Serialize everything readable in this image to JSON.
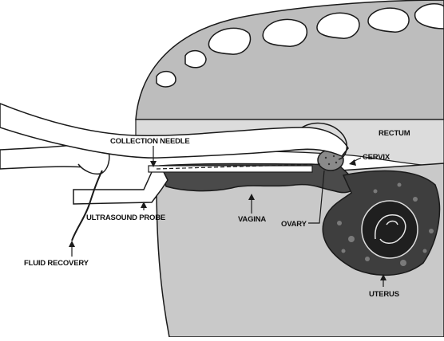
{
  "labels": {
    "collection_needle": "COLLECTION NEEDLE",
    "rectum": "RECTUM",
    "cervix": "CERVIX",
    "ultrasound_probe": "ULTRASOUND PROBE",
    "vagina": "VAGINA",
    "ovary": "OVARY",
    "fluid_recovery": "FLUID RECOVERY",
    "uterus": "UTERUS"
  },
  "colors": {
    "body_fill": "#c9c9c9",
    "dark_tissue": "#4a4a4a",
    "rectum_fill": "#dcdcdc",
    "outline": "#1a1a1a",
    "bone_fill": "#ffffff"
  }
}
